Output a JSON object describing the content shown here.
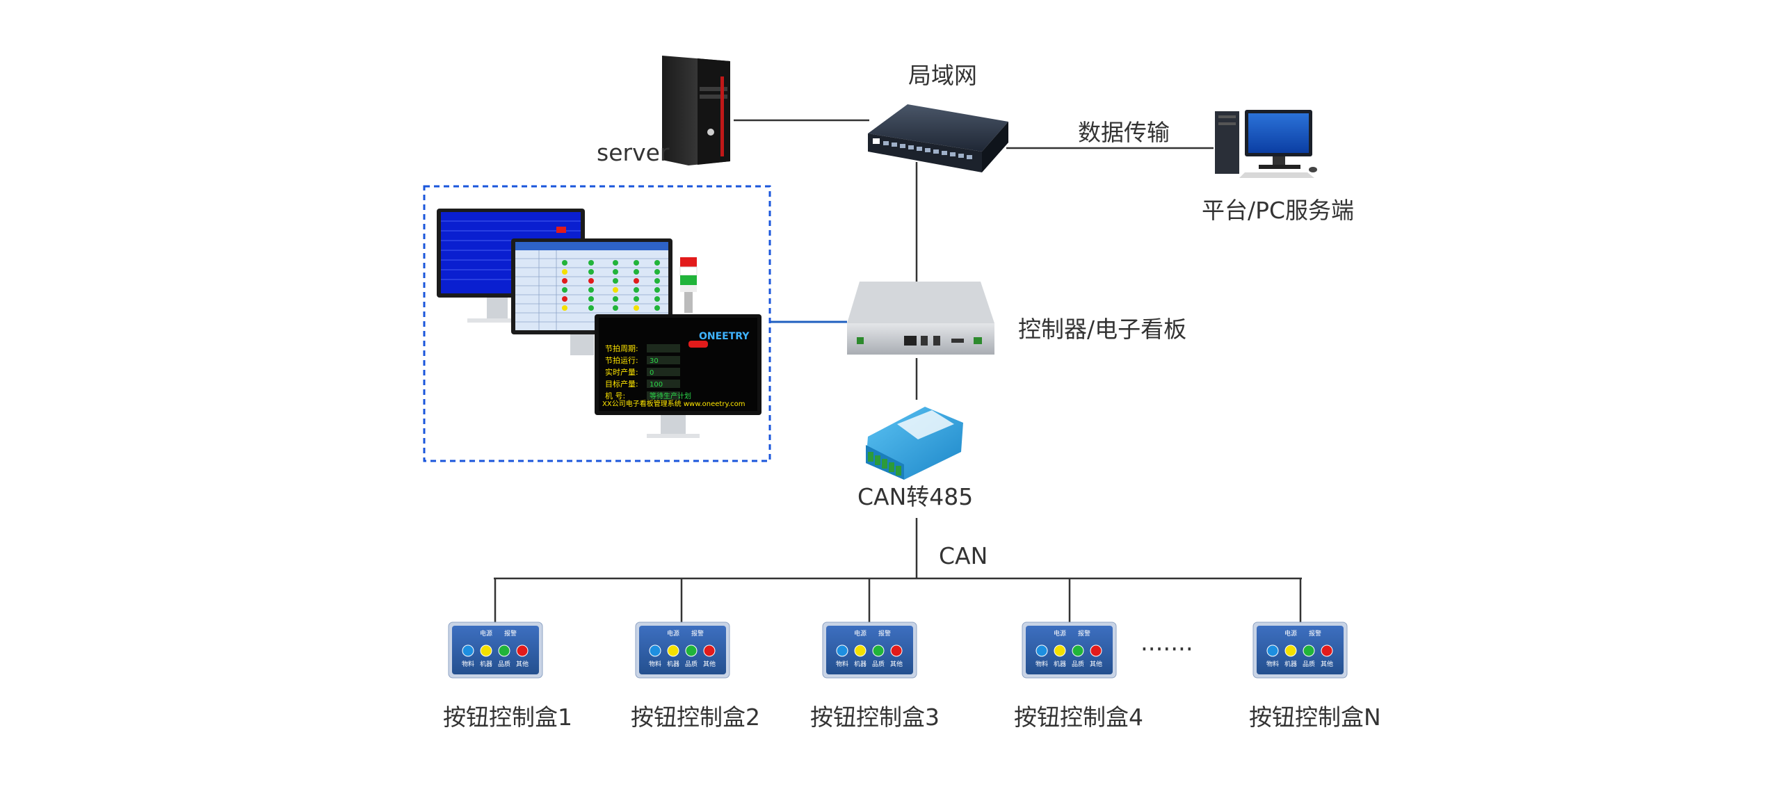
{
  "labels": {
    "server": "server",
    "lan": "局域网",
    "data_transfer": "数据传输",
    "platform_pc": "平台/PC服务端",
    "controller": "控制器/电子看板",
    "can_converter": "CAN转485",
    "can_bus": "CAN",
    "dots": "·······"
  },
  "button_boxes": [
    {
      "label": "按钮控制盒1"
    },
    {
      "label": "按钮控制盒2"
    },
    {
      "label": "按钮控制盒3"
    },
    {
      "label": "按钮控制盒4"
    },
    {
      "label": "按钮控制盒N"
    }
  ],
  "screens": {
    "brand": "ONEETRY",
    "footer_text": "XX公司电子看板管理系统    www.oneetry.com",
    "rows": [
      "节拍周期:",
      "节拍运行:",
      "实时产量:",
      "目标产量:",
      "机    号:"
    ],
    "values": [
      "",
      "30",
      "0",
      "100",
      "等待生产计划"
    ]
  },
  "button_box_text": {
    "top_left": "电源",
    "top_right": "报警",
    "b1": "物料",
    "b2": "机器",
    "b3": "品质",
    "b4": "其他"
  },
  "colors": {
    "line": "#333333",
    "highlight_line": "#1f5fbf",
    "dashed_border": "#1a56db",
    "box_blue": "#2a5aa8",
    "screen_blue": "#0a1fd0",
    "converter_blue": "#2aa3e0",
    "btn_blue": "#1e8fe0",
    "btn_yellow": "#f4e000",
    "btn_green": "#21b43a",
    "btn_red": "#e21b1b"
  }
}
